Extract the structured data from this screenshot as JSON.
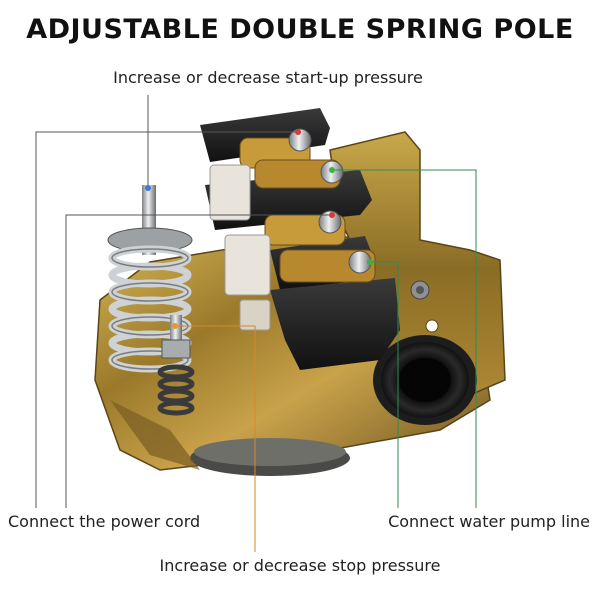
{
  "title": "ADJUSTABLE DOUBLE SPRING POLE",
  "labels": {
    "start_pressure": "Increase or decrease start-up pressure",
    "power_cord": "Connect the power cord",
    "pump_line": "Connect water pump line",
    "stop_pressure": "Increase or decrease stop pressure"
  },
  "colors": {
    "metal_gold": "#b8912e",
    "plastic_black": "#1c1c1c",
    "spring_silver": "#c9cbcd",
    "terminal_white": "#e8e4dc",
    "dot_blue": "#3a7bd5",
    "dot_red": "#d83a3a",
    "dot_green": "#3cb043",
    "dot_orange": "#e8962e",
    "leader_dark": "#555555",
    "leader_red": "#c0392b",
    "leader_green": "#2e8b57",
    "leader_orange": "#d4892a"
  },
  "icons": [
    "spring-pole-large",
    "spring-pole-small",
    "terminal-block",
    "grommet",
    "mounting-bracket"
  ]
}
